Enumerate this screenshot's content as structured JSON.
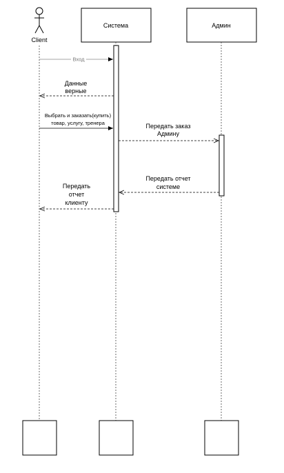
{
  "actor": {
    "name": "Client"
  },
  "participants": {
    "system": "Система",
    "admin": "Админ"
  },
  "messages": {
    "login": "Вход",
    "valid_data_line1": "Данные",
    "valid_data_line2": "верные",
    "order_line1": "Выбрать и заказать(купить)",
    "order_line2": "товар, услугу, тренера",
    "pass_order_line1": "Передать заказ",
    "pass_order_line2": "Админу",
    "report_system_line1": "Передать отчет",
    "report_system_line2": "системе",
    "report_client_line1": "Передать",
    "report_client_line2": "отчет",
    "report_client_line3": "клиенту"
  }
}
